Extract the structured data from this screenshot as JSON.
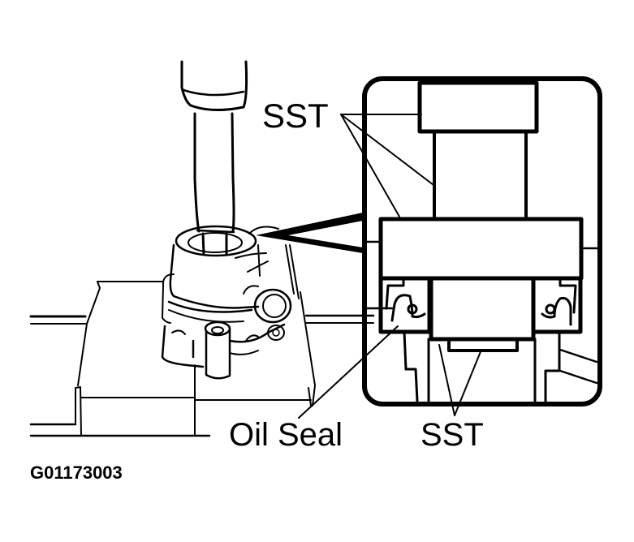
{
  "figure": {
    "title": "Oil seal installation using SST",
    "figure_code": "G01173003",
    "colors": {
      "line": "#000000",
      "background": "#ffffff"
    }
  },
  "labels": {
    "sst_top": "SST",
    "oil_seal": "Oil Seal",
    "sst_bottom": "SST"
  },
  "parts": {
    "main_view": [
      "SST driver",
      "pump body",
      "work bench blocks"
    ],
    "detail_inset": [
      "SST upper",
      "SST plate",
      "oil seal (left)",
      "oil seal (right)",
      "SST lower"
    ]
  }
}
